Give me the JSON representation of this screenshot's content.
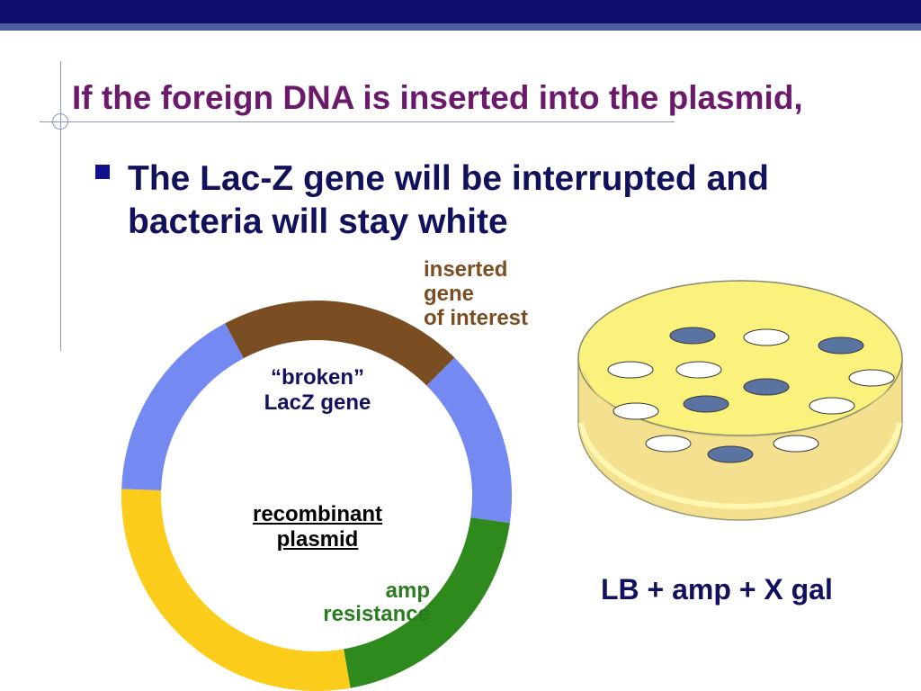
{
  "slide": {
    "title": "If the foreign DNA is inserted into the plasmid,",
    "bullet": "The Lac-Z gene will be interrupted and bacteria will stay white"
  },
  "diagram": {
    "inserted_label": [
      "inserted",
      "gene",
      "of interest"
    ],
    "lacz_label": [
      "“broken”",
      "LacZ gene"
    ],
    "center_label": [
      "recombinant",
      "plasmid"
    ],
    "amp_label": [
      "amp",
      "resistance"
    ],
    "medium_label": "LB + amp + X gal"
  },
  "colors": {
    "title": "#6b1a6b",
    "bullet_text": "#12125c",
    "inserted_segment": "#7a4e22",
    "lacz_segment": "#7489f2",
    "amp_segment": "#2f8a1e",
    "yellow_segment": "#fccc1a",
    "dish_agar": "#fbf17d",
    "blue_colony": "#5a73a1",
    "white_colony": "#ffffff"
  },
  "colonies": [
    {
      "color": "blue"
    },
    {
      "color": "white"
    },
    {
      "color": "blue"
    },
    {
      "color": "white"
    },
    {
      "color": "white"
    },
    {
      "color": "white"
    },
    {
      "color": "blue"
    },
    {
      "color": "blue"
    },
    {
      "color": "white"
    },
    {
      "color": "white"
    },
    {
      "color": "white"
    },
    {
      "color": "white"
    },
    {
      "color": "blue"
    }
  ]
}
